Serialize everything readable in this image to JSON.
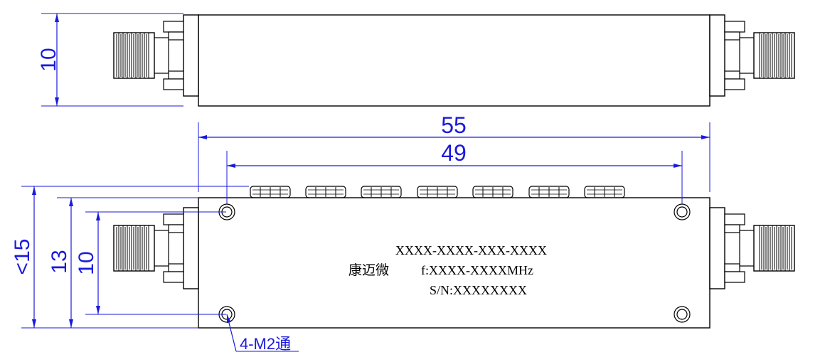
{
  "dimensions": {
    "top_height": "10",
    "overall_length": "55",
    "hole_spacing": "49",
    "height_max": "<15",
    "body_height": "13",
    "connector_height": "10"
  },
  "label": {
    "part_number": "XXXX-XXXX-XXX-XXXX",
    "brand": "康迈微",
    "frequency": "f:XXXX-XXXXMHz",
    "serial": "S/N:XXXXXXXX"
  },
  "callout": {
    "holes": "4-M2通"
  },
  "colors": {
    "outline": "#000000",
    "dimension": "#1a1adc"
  },
  "tuning_screw_count": 7
}
